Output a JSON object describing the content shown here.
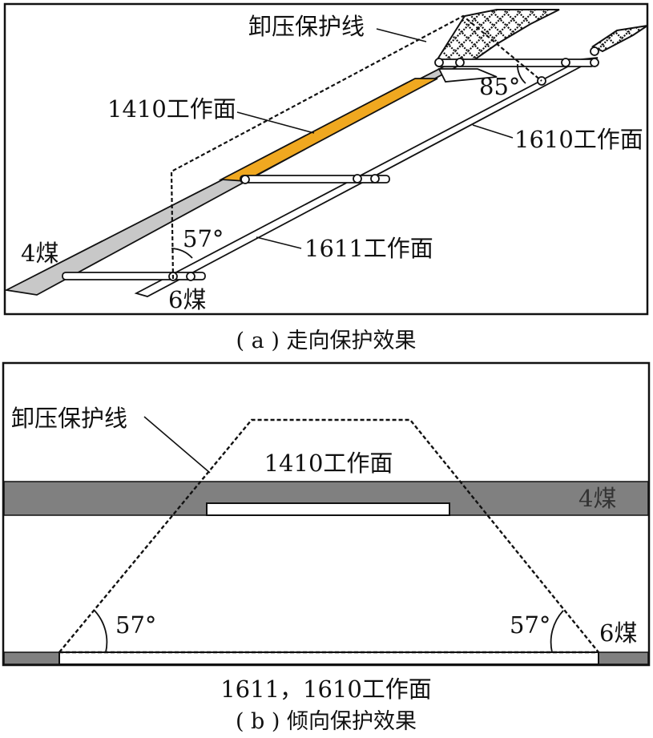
{
  "panel_a": {
    "caption": "( a ) 走向保护效果",
    "pressure_relief_line": "卸压保护线",
    "face_1410": "1410工作面",
    "face_1610": "1610工作面",
    "face_1611": "1611工作面",
    "coal_4": "4煤",
    "coal_6": "6煤",
    "angle_57": "57°",
    "angle_85": "85°"
  },
  "panel_b": {
    "caption": "( b ) 倾向保护效果",
    "pressure_relief_line": "卸压保护线",
    "face_1410": "1410工作面",
    "coal_4": "4煤",
    "coal_6": "6煤",
    "angle_left": "57°",
    "angle_right": "57°",
    "faces_bottom": "1611，1610工作面"
  },
  "colors": {
    "coal_seam_a": "#c8c8c8",
    "coal_seam_b": "#808080",
    "working_face_highlight": "#f0a820",
    "line": "#111111"
  }
}
